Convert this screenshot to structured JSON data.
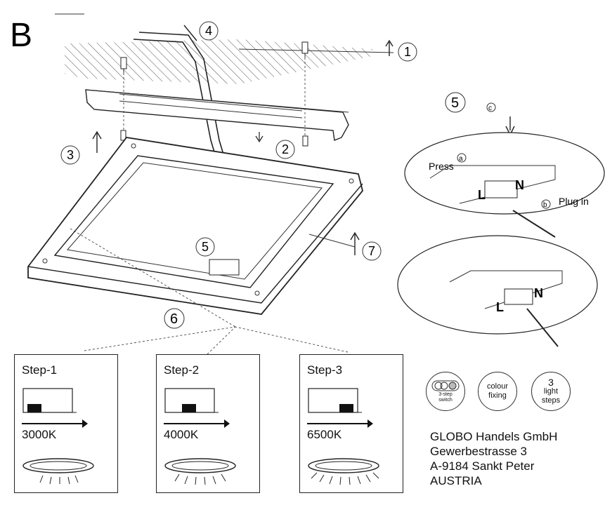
{
  "panel_letter": "B",
  "callouts": {
    "c1": "1",
    "c2": "2",
    "c3": "3",
    "c4": "4",
    "c5_main": "5",
    "c5_detail": "5",
    "c6": "6",
    "c7": "7"
  },
  "detail": {
    "sub_c": "c",
    "sub_a": "a",
    "sub_b": "b",
    "press_label": "Press",
    "plug_in_label": "Plug in",
    "terminal_l": "L",
    "terminal_n": "N",
    "terminal_l2": "L",
    "terminal_n2": "N"
  },
  "steps": [
    {
      "title": "Step-1",
      "kelvin": "3000K"
    },
    {
      "title": "Step-2",
      "kelvin": "4000K"
    },
    {
      "title": "Step-3",
      "kelvin": "6500K"
    }
  ],
  "badges": {
    "switch_label_1": "3-step",
    "switch_label_2": "switch",
    "colour_1": "colour",
    "colour_2": "fixing",
    "light_1": "3",
    "light_2": "light",
    "light_3": "steps"
  },
  "address": {
    "line1": "GLOBO Handels GmbH",
    "line2": "Gewerbestrasse 3",
    "line3": "A-9184 Sankt Peter",
    "line4": "AUSTRIA"
  }
}
